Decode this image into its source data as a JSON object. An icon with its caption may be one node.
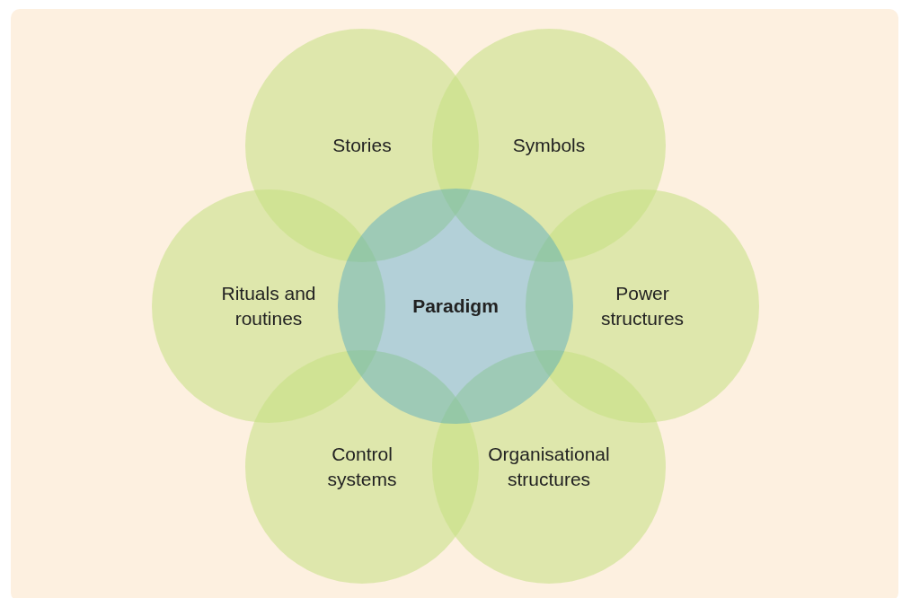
{
  "diagram": {
    "nodes": [
      {
        "text": [
          "Stories"
        ]
      },
      {
        "text": [
          "Symbols"
        ]
      },
      {
        "text": [
          "Rituals and routines"
        ]
      },
      {
        "text": [
          "Paradigm"
        ]
      },
      {
        "text": [
          "Power structures"
        ]
      },
      {
        "text": [
          "Control systems"
        ]
      },
      {
        "text": [
          "Organisational structures"
        ]
      }
    ],
    "edges": []
  }
}
